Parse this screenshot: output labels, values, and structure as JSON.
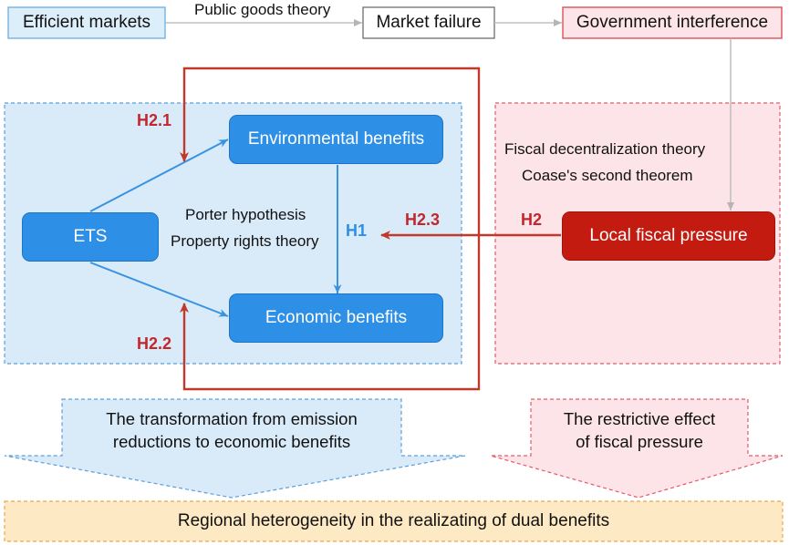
{
  "top_row": {
    "efficient_markets": "Efficient markets",
    "public_goods_theory": "Public goods theory",
    "market_failure": "Market failure",
    "government_interference": "Government interference"
  },
  "nodes": {
    "ets": "ETS",
    "environmental_benefits": "Environmental benefits",
    "economic_benefits": "Economic benefits",
    "local_fiscal_pressure": "Local fiscal pressure"
  },
  "theories": {
    "porter_hypothesis": "Porter hypothesis",
    "property_rights_theory": "Property rights theory",
    "fiscal_decentralization_theory": "Fiscal decentralization theory",
    "coase_second_theorem": "Coase's second theorem"
  },
  "hypotheses": {
    "h1": "H1",
    "h2": "H2",
    "h2_1": "H2.1",
    "h2_2": "H2.2",
    "h2_3": "H2.3"
  },
  "down_arrows": {
    "transformation_line1": "The transformation from emission",
    "transformation_line2": "reductions to economic benefits",
    "restrictive_line1": "The restrictive effect",
    "restrictive_line2": "of fiscal pressure"
  },
  "bottom": {
    "regional_heterogeneity": "Regional heterogeneity in the realizating of dual benefits"
  },
  "colors": {
    "blue_node": "#2e8fe6",
    "red_node": "#c41b10",
    "blue_region": "#d9eaf9",
    "pink_region": "#fde4e8",
    "bottom_bar": "#fde9c4",
    "red_line": "#c0392b",
    "blue_line": "#3a93e0",
    "grey_line": "#b5b5b5"
  }
}
